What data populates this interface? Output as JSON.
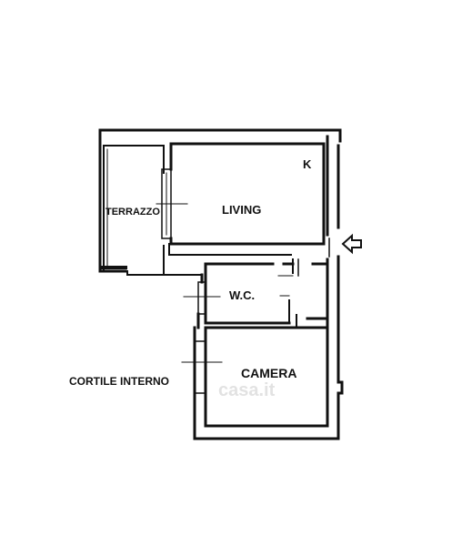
{
  "rooms": {
    "living": "LIVING",
    "terrazzo": "TERRAZZO",
    "kitchen": "K",
    "wc": "W.C.",
    "camera": "CAMERA",
    "cortile": "CORTILE INTERNO"
  },
  "entrance_icon": "arrow-left-icon",
  "watermark": "casa.it",
  "colors": {
    "wall": "#111111",
    "background": "#ffffff"
  }
}
